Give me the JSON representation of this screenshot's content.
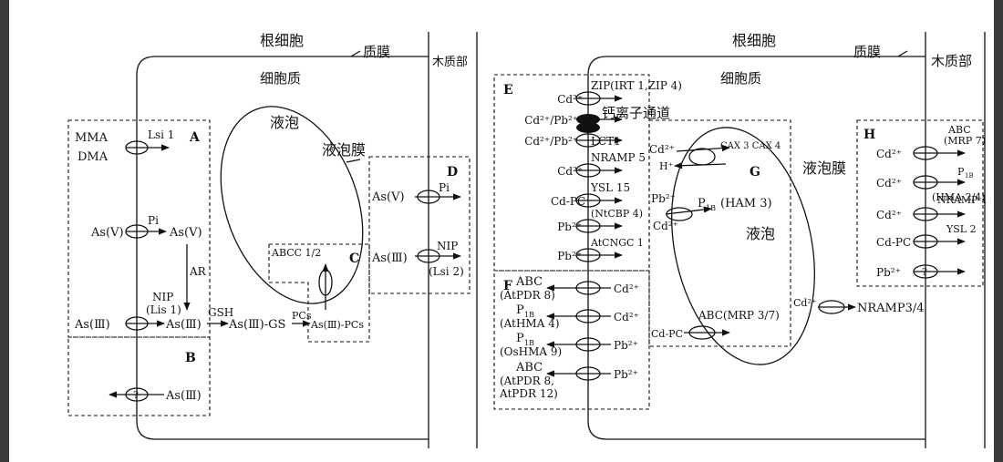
{
  "left": {
    "root_cell": "根细胞",
    "plasma_membrane": "质膜",
    "xylem": "木质部",
    "cytoplasm": "细胞质",
    "vacuole": "液泡",
    "tonoplast": "液泡膜",
    "box_a": "A",
    "box_b": "B",
    "box_c": "C",
    "box_d": "D",
    "mma": "MMA",
    "dma": "DMA",
    "lsi1": "Lsi 1",
    "asv": "As(V)",
    "pi": "Pi",
    "asv2": "As(V)",
    "ar": "AR",
    "nip": "NIP",
    "lis1": "(Lis 1)",
    "asiii": "As(Ⅲ)",
    "asiii2": "As(Ⅲ)",
    "gsh": "GSH",
    "asgs": "As(Ⅲ)-GS",
    "pcs": "PCs",
    "aspcs": "As(Ⅲ)-PCs",
    "abcc": "ABCC 1/2",
    "q": "?",
    "asiii_b": "As(Ⅲ)",
    "asv_d": "As(V)",
    "pi_d": "Pi",
    "asiii_d": "As(Ⅲ)",
    "nip_d": "NIP",
    "lsi2": "(Lsi 2)"
  },
  "right": {
    "root_cell": "根细胞",
    "plasma_membrane": "质膜",
    "xylem": "木质部",
    "cytoplasm": "细胞质",
    "vacuole": "液泡",
    "tonoplast": "液泡膜",
    "box_e": "E",
    "box_f": "F",
    "box_g": "G",
    "box_h": "H",
    "e_rows": [
      {
        "ion": "Cd²⁺",
        "tr": "ZIP(IRT 1,ZIP 4)"
      },
      {
        "ion": "Cd²⁺/Pb²⁺",
        "tr": "钙离子通道"
      },
      {
        "ion": "Cd²⁺/Pb²⁺",
        "tr": "LCT1"
      },
      {
        "ion": "Cd²⁺",
        "tr": "NRAMP 5"
      },
      {
        "ion": "Cd-PC",
        "tr": "YSL 15"
      },
      {
        "ion": "Pb²⁺",
        "tr": "(NtCBP 4)"
      },
      {
        "ion": "Pb²⁺",
        "tr": "AtCNGC 1"
      }
    ],
    "f_rows": [
      {
        "tr1": "ABC",
        "tr2": "(AtPDR 8)",
        "ion": "Cd²⁺"
      },
      {
        "tr1": "P",
        "sub": "1B",
        "tr2": "(AtHMA 4)",
        "ion": "Cd²⁺"
      },
      {
        "tr1": "P",
        "sub": "1B",
        "tr2": "(OsHMA 9)",
        "ion": "Pb²⁺"
      },
      {
        "tr1": "ABC",
        "tr2": "(AtPDR 8,",
        "tr3": "AtPDR 12)",
        "ion": "Pb²⁺"
      }
    ],
    "g_cd": "Cd²⁺",
    "g_h": "H⁺",
    "g_cax": "CAX 3 CAX 4",
    "g_pb": "Pb²⁺",
    "g_cd2": "Cd²⁺",
    "g_p": "P",
    "g_sub": "1B",
    "g_ham": "(HAM 3)",
    "g_cdpc": "Cd-PC",
    "g_mrp": "ABC(MRP 3/7)",
    "nramp_cd": "Cd²⁺",
    "nramp34": "NRAMP3/4",
    "h_rows": [
      {
        "ion": "Cd²⁺",
        "tr": "ABC",
        "tr2": "(MRP 7)"
      },
      {
        "ion": "Cd²⁺",
        "tr": "P",
        "sub": "1B",
        "tr2": "(HMA 2/4)"
      },
      {
        "ion": "Cd²⁺",
        "tr": "NRAMP 1"
      },
      {
        "ion": "Cd-PC",
        "tr": "YSL 2"
      },
      {
        "ion": "Pb²⁺",
        "tr": "?"
      }
    ]
  }
}
